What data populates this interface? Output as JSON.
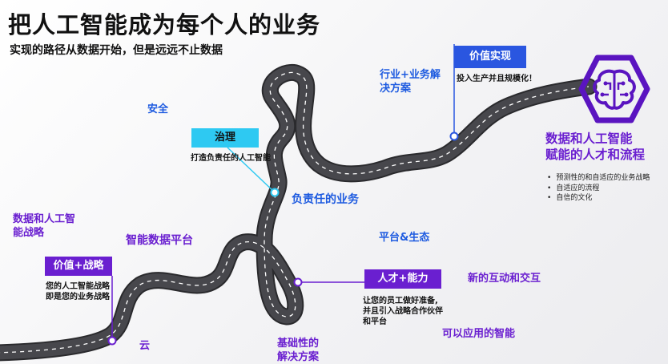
{
  "title": "把人工智能成为每个人的业务",
  "subtitle": "实现的路径从数据开始，但是远远不止数据",
  "labels": {
    "security": "安全",
    "ai_strategy_1": "数据和人工智",
    "ai_strategy_2": "能战略",
    "smart_platform": "智能数据平台",
    "cloud": "云",
    "foundation_1": "基础性的",
    "foundation_2": "解决方案",
    "responsible_business": "负责任的业务",
    "platform_ecosystem": "平台&生态",
    "new_interaction": "新的互动和交互",
    "applied_intelligence": "可以应用的智能",
    "industry_1": "行业+业务解",
    "industry_2": "决方案"
  },
  "boxes": {
    "governance": {
      "title": "治理",
      "desc": "打造负责任的人工智能"
    },
    "value_strategy": {
      "title": "价值+战略",
      "desc_1": "您的人工智能战略",
      "desc_2": "即是您的业务战略"
    },
    "talent": {
      "title": "人才+能力",
      "desc_1": "让您的员工做好准备,",
      "desc_2": "并且引入战略合作伙伴",
      "desc_3": "和平台"
    },
    "value_realization": {
      "title": "价值实现",
      "desc": "投入生产并且规模化！"
    }
  },
  "right_panel": {
    "heading_1": "数据和人工智能",
    "heading_2": "赋能的人才和流程",
    "bullets": [
      "预测性的和自适应的业务战略",
      "自适应的流程",
      "自信的文化"
    ]
  },
  "colors": {
    "purple": "#6a1fd0",
    "blue": "#1e5be0",
    "cyan": "#2ec9f2",
    "road": "#3a3a3e"
  }
}
